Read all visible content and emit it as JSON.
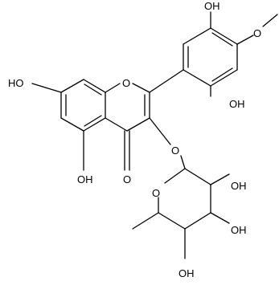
{
  "structure": {
    "atom_labels": {
      "oh_7": "HO",
      "oh_5": "OH",
      "carbonyl_o": "O",
      "ring_o": "O",
      "glyco_o": "O",
      "oh_3p": "OH",
      "ome_o": "O",
      "oh_5p": "OH",
      "sugar_ring_o": "O",
      "oh_2s": "OH",
      "oh_3s": "OH",
      "oh_4s": "OH"
    }
  }
}
